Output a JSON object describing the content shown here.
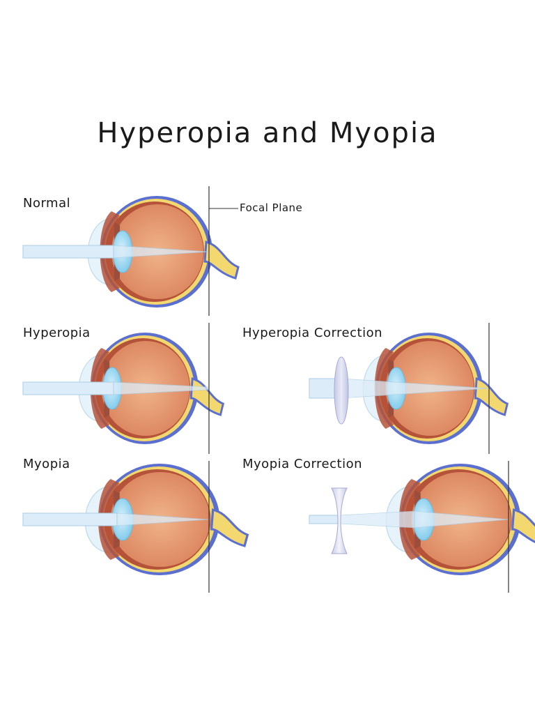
{
  "title": "Hyperopia and Myopia",
  "panels": {
    "normal": "Normal",
    "hyperopia": "Hyperopia",
    "hyperopia_correction": "Hyperopia Correction",
    "myopia": "Myopia",
    "myopia_correction": "Myopia Correction"
  },
  "focal_plane_label": "Focal Plane",
  "colors": {
    "sclera_outer": "#5b6fd0",
    "sclera_yellow": "#f3d870",
    "choroid": "#b5523a",
    "vitreous": "#e39468",
    "lens": "#8fd4f0",
    "cornea": "#cfe9f6",
    "light_beam": "#dcecf8",
    "focal_line": "#333333"
  }
}
